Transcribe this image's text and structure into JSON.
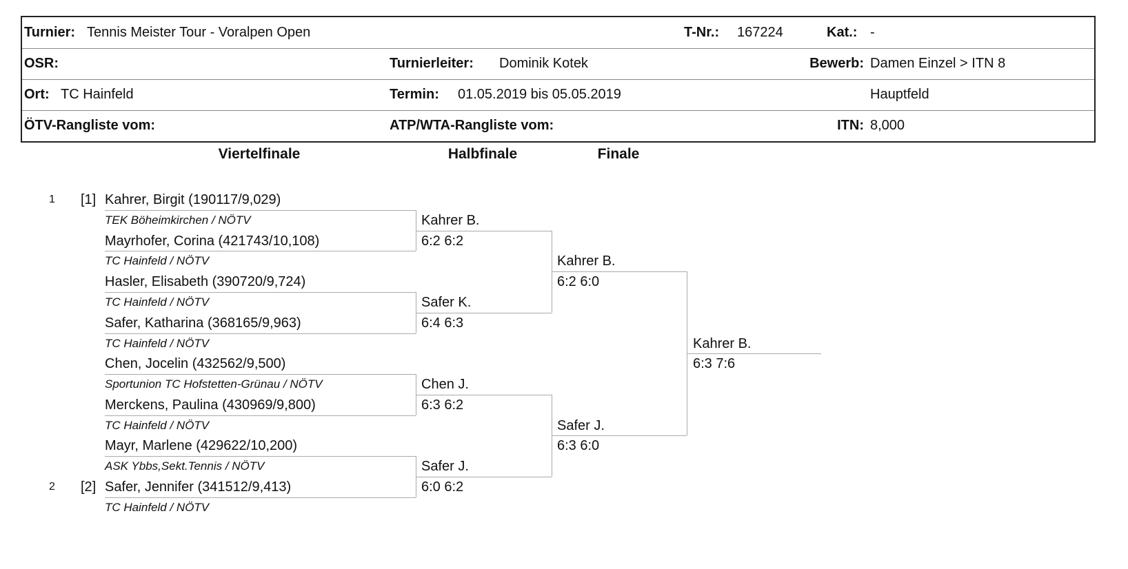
{
  "header": {
    "turnier_label": "Turnier:",
    "turnier": "Tennis Meister Tour - Voralpen Open",
    "tnr_label": "T-Nr.:",
    "tnr": "167224",
    "kat_label": "Kat.:",
    "kat": "-",
    "osr_label": "OSR:",
    "leiter_label": "Turnierleiter:",
    "leiter": "Dominik Kotek",
    "bewerb_label": "Bewerb:",
    "bewerb": "Damen Einzel > ITN 8",
    "ort_label": "Ort:",
    "ort": "TC Hainfeld",
    "termin_label": "Termin:",
    "termin": "01.05.2019 bis 05.05.2019",
    "feld": "Hauptfeld",
    "oetv_label": "ÖTV-Rangliste vom:",
    "atp_label": "ATP/WTA-Rangliste vom:",
    "itn_label": "ITN:",
    "itn": "8,000"
  },
  "rounds": [
    "Viertelfinale",
    "Halbfinale",
    "Finale"
  ],
  "players": [
    {
      "pos": "1",
      "seed": "[1]",
      "name": "Kahrer, Birgit (190117/9,029)",
      "club": "TEK Böheimkirchen / NÖTV"
    },
    {
      "name": "Mayrhofer, Corina (421743/10,108)",
      "club": "TC Hainfeld / NÖTV"
    },
    {
      "name": "Hasler, Elisabeth (390720/9,724)",
      "club": "TC Hainfeld / NÖTV"
    },
    {
      "name": "Safer, Katharina (368165/9,963)",
      "club": "TC Hainfeld / NÖTV"
    },
    {
      "name": "Chen, Jocelin (432562/9,500)",
      "club": "Sportunion TC Hofstetten-Grünau / NÖTV"
    },
    {
      "name": "Merckens, Paulina (430969/9,800)",
      "club": "TC Hainfeld / NÖTV"
    },
    {
      "name": "Mayr, Marlene (429622/10,200)",
      "club": "ASK Ybbs,Sekt.Tennis / NÖTV"
    },
    {
      "pos": "2",
      "seed": "[2]",
      "name": "Safer, Jennifer (341512/9,413)",
      "club": "TC Hainfeld / NÖTV"
    }
  ],
  "quarterfinal_results": [
    {
      "winner": "Kahrer B.",
      "score": "6:2 6:2"
    },
    {
      "winner": "Safer K.",
      "score": "6:4 6:3"
    },
    {
      "winner": "Chen J.",
      "score": "6:3 6:2"
    },
    {
      "winner": "Safer J.",
      "score": "6:0 6:2"
    }
  ],
  "semifinal_results": [
    {
      "winner": "Kahrer B.",
      "score": "6:2 6:0"
    },
    {
      "winner": "Safer J.",
      "score": "6:3 6:0"
    }
  ],
  "final_result": {
    "winner": "Kahrer B.",
    "score": "6:3 7:6"
  }
}
